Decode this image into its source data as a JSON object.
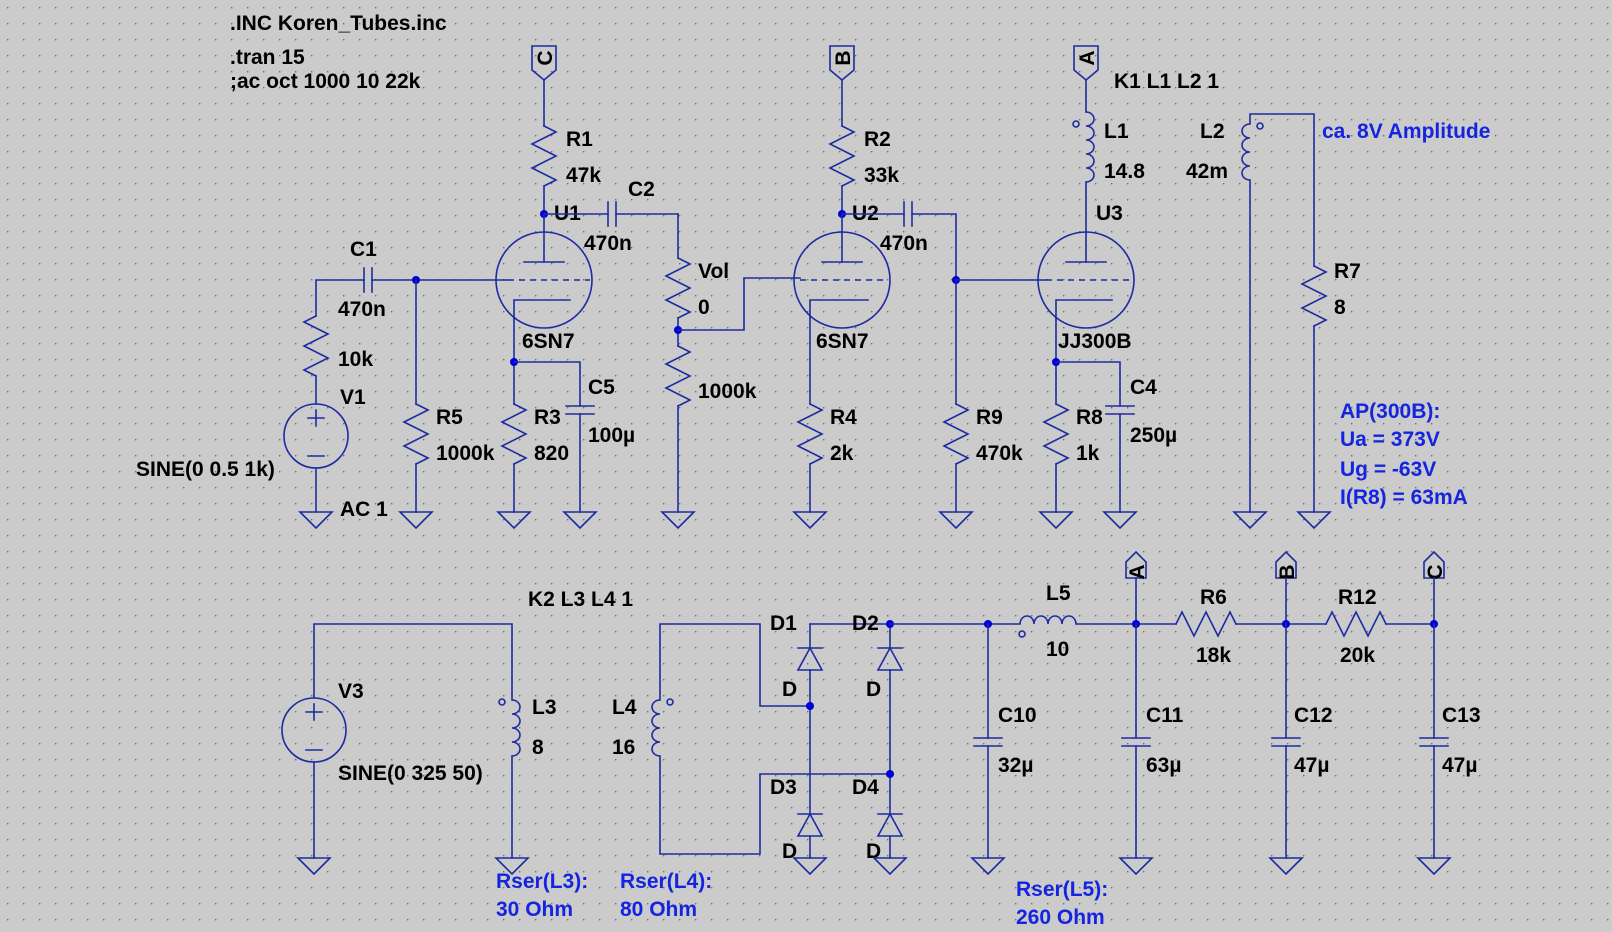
{
  "directives": [
    ".INC Koren_Tubes.inc",
    ".tran 15",
    ";ac oct 1000 10 22k"
  ],
  "coupling": {
    "k1": "K1 L1 L2 1",
    "k2": "K2 L3 L4 1"
  },
  "ports": {
    "a": "A",
    "b": "B",
    "c": "C"
  },
  "components": {
    "r1": {
      "name": "R1",
      "value": "47k"
    },
    "r2": {
      "name": "R2",
      "value": "33k"
    },
    "r3": {
      "name": "R3",
      "value": "820"
    },
    "r4": {
      "name": "R4",
      "value": "2k"
    },
    "r5": {
      "name": "R5",
      "value": "1000k"
    },
    "r6": {
      "name": "R6",
      "value": "18k"
    },
    "r7": {
      "name": "R7",
      "value": "8"
    },
    "r8": {
      "name": "R8",
      "value": "1k"
    },
    "r9": {
      "name": "R9",
      "value": "470k"
    },
    "r10": {
      "value": "10k"
    },
    "r12": {
      "name": "R12",
      "value": "20k"
    },
    "c1": {
      "name": "C1",
      "value": "470n"
    },
    "c2": {
      "name": "C2",
      "value": "470n"
    },
    "c3": {
      "value": "470n"
    },
    "c4": {
      "name": "C4",
      "value": "250µ"
    },
    "c5": {
      "name": "C5",
      "value": "100µ"
    },
    "c10": {
      "name": "C10",
      "value": "32µ"
    },
    "c11": {
      "name": "C11",
      "value": "63µ"
    },
    "c12": {
      "name": "C12",
      "value": "47µ"
    },
    "c13": {
      "name": "C13",
      "value": "47µ"
    },
    "l1": {
      "name": "L1",
      "value": "14.8"
    },
    "l2": {
      "name": "L2",
      "value": "42m"
    },
    "l3": {
      "name": "L3",
      "value": "8"
    },
    "l4": {
      "name": "L4",
      "value": "16"
    },
    "l5": {
      "name": "L5",
      "value": "10"
    },
    "u1": {
      "name": "U1",
      "model": "6SN7"
    },
    "u2": {
      "name": "U2",
      "model": "6SN7"
    },
    "u3": {
      "name": "U3",
      "model": "JJ300B"
    },
    "vol": {
      "name": "Vol",
      "value": "0",
      "value2": "1000k"
    },
    "v1": {
      "name": "V1",
      "value": "SINE(0 0.5 1k)",
      "ac": "AC 1"
    },
    "v3": {
      "name": "V3",
      "value": "SINE(0 325 50)"
    },
    "d1": {
      "name": "D1",
      "model": "D"
    },
    "d2": {
      "name": "D2",
      "model": "D"
    },
    "d3": {
      "name": "D3",
      "model": "D"
    },
    "d4": {
      "name": "D4",
      "model": "D"
    }
  },
  "notes": {
    "amplitude": "ca. 8V Amplitude",
    "ap_title": "AP(300B):",
    "ua": "Ua = 373V",
    "ug": "Ug = -63V",
    "ir8": "I(R8) = 63mA",
    "rser_l3": "Rser(L3):",
    "rser_l3_val": "30 Ohm",
    "rser_l4": "Rser(L4):",
    "rser_l4_val": "80 Ohm",
    "rser_l5": "Rser(L5):",
    "rser_l5_val": "260 Ohm"
  },
  "colors": {
    "background": "#cbcbcb",
    "wire": "#1c2ca0",
    "junction": "#0000d8",
    "comment": "#1424e0",
    "text": "#000000"
  }
}
